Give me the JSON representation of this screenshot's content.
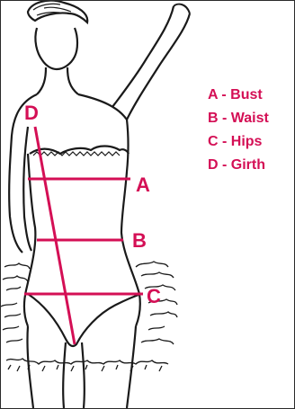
{
  "figure_labels": {
    "a": "A",
    "b": "B",
    "c": "C",
    "d": "D"
  },
  "legend": {
    "items": [
      {
        "text": "A - Bust"
      },
      {
        "text": "B - Waist"
      },
      {
        "text": "C - Hips"
      },
      {
        "text": "D - Girth"
      }
    ]
  },
  "colors": {
    "accent": "#d40f55",
    "ink": "#1a1a1a",
    "background": "#ffffff"
  }
}
